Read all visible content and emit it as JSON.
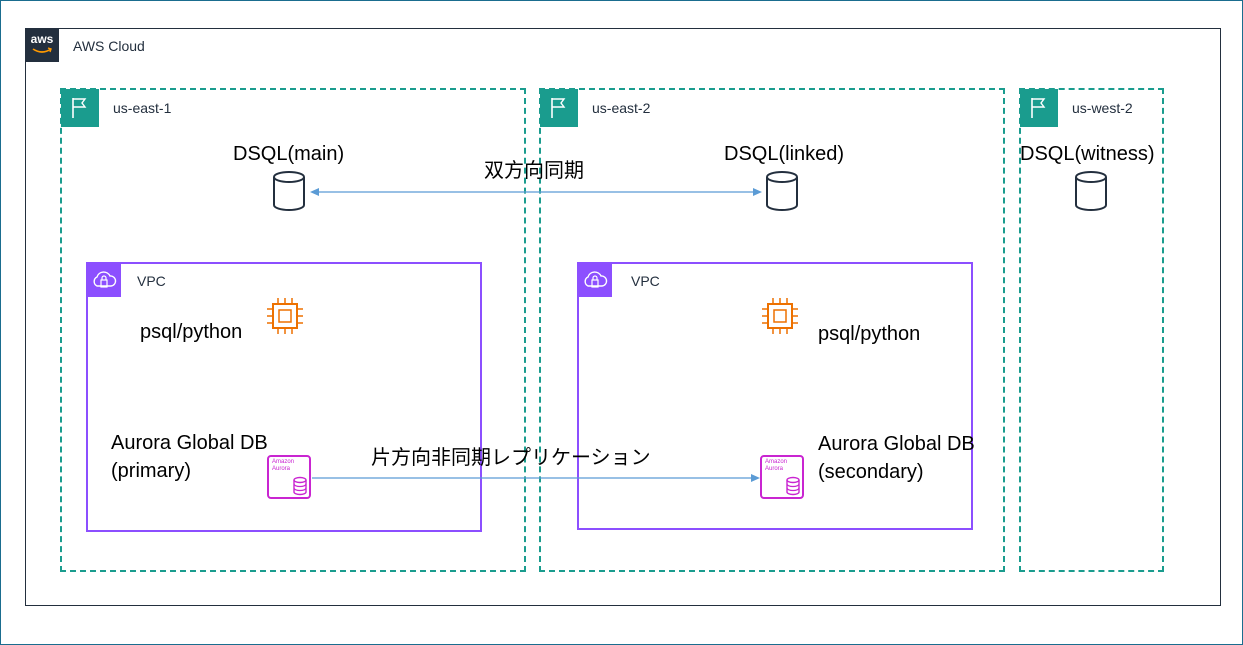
{
  "cloud": {
    "logo_text": "aws",
    "label": "AWS Cloud"
  },
  "regions": {
    "east1": {
      "label": "us-east-1"
    },
    "east2": {
      "label": "us-east-2"
    },
    "west2": {
      "label": "us-west-2"
    }
  },
  "dsql": {
    "main": "DSQL(main)",
    "linked": "DSQL(linked)",
    "witness": "DSQL(witness)",
    "sync_label": "双方向同期"
  },
  "vpc": {
    "east1": {
      "label": "VPC",
      "compute_label": "psql/python",
      "aurora_line1": "Aurora Global DB",
      "aurora_line2": "(primary)",
      "aurora_icon_text1": "Amazon",
      "aurora_icon_text2": "Aurora"
    },
    "east2": {
      "label": "VPC",
      "compute_label": "psql/python",
      "aurora_line1": "Aurora Global DB",
      "aurora_line2": "(secondary)",
      "aurora_icon_text1": "Amazon",
      "aurora_icon_text2": "Aurora"
    }
  },
  "replication_label": "片方向非同期レプリケーション",
  "colors": {
    "region_border": "#1a9c8e",
    "vpc_border": "#8c4fff",
    "compute": "#ed7100",
    "aurora": "#c925d1",
    "arrow": "#5b9bd5",
    "cloud_border": "#232f3e"
  }
}
